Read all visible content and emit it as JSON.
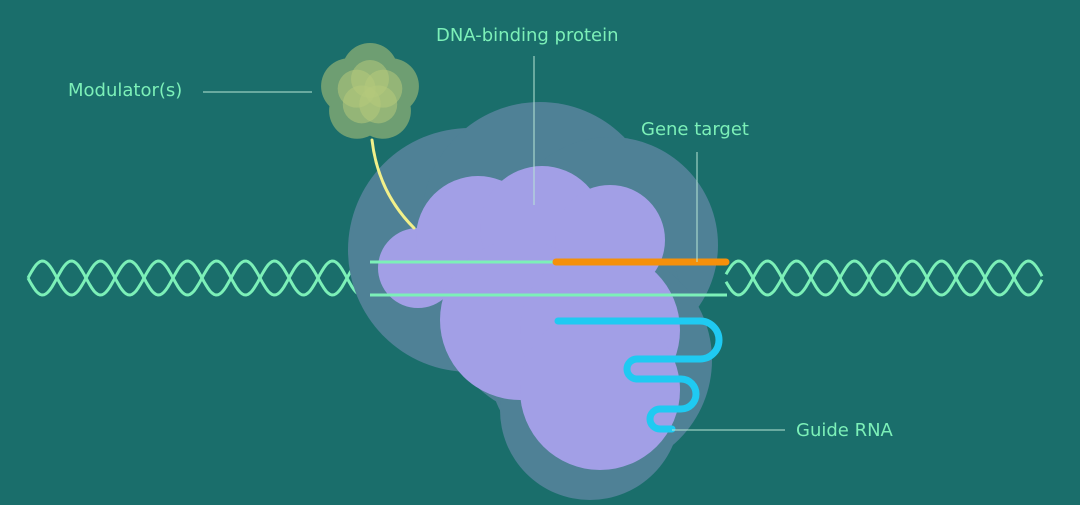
{
  "labels": {
    "modulators": "Modulator(s)",
    "protein": "DNA-binding protein",
    "gene_target": "Gene target",
    "guide_rna": "Guide RNA"
  },
  "colors": {
    "background": "#1a6e6b",
    "dna_strand": "#7cf0b8",
    "protein": "#a29fe6",
    "protein_halo": "#4f8196",
    "gene_target": "#f5900a",
    "guide_rna": "#1fcaf2",
    "modulator_petal": "#b4c97c",
    "modulator_halo": "#6e9e72",
    "tether": "#f2f08a",
    "leader_line": "#b8e6d6"
  }
}
